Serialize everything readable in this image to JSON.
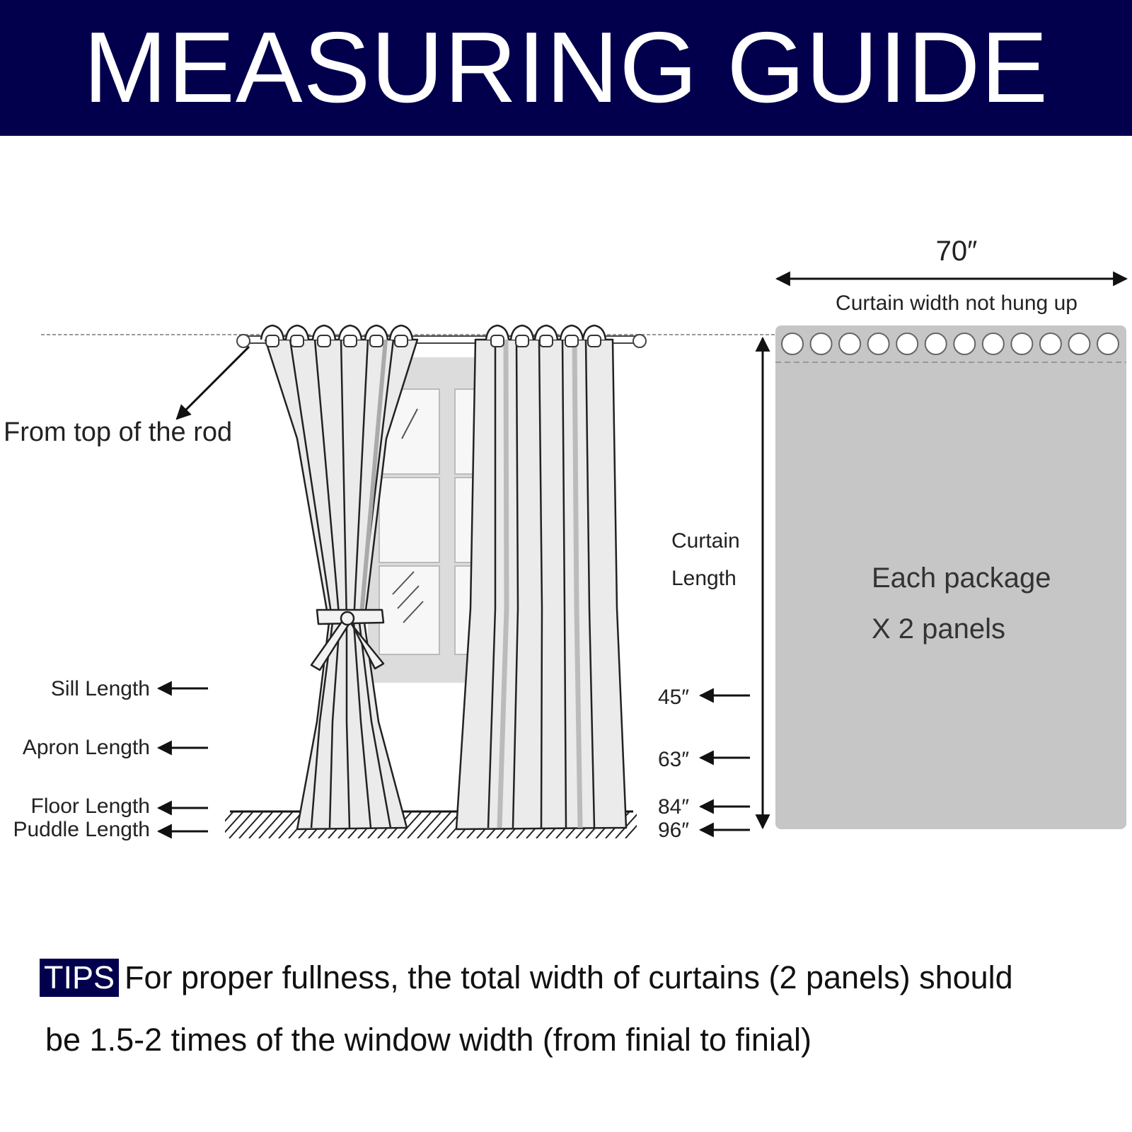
{
  "header": {
    "title": "MEASURING GUIDE",
    "bg_color": "#02004d"
  },
  "rod_label": "From top of the rod",
  "panel_width_label": "70″",
  "panel_width_caption": "Curtain width not hung up",
  "curtain_length_label": [
    "Curtain",
    "Length"
  ],
  "panel_text": [
    "Each package",
    "X 2 panels"
  ],
  "panel_color": "#c6c6c6",
  "grommet_count": 12,
  "length_types": [
    {
      "name": "Sill Length",
      "size": "45″"
    },
    {
      "name": "Apron Length",
      "size": "63″"
    },
    {
      "name": "Floor Length",
      "size": "84″"
    },
    {
      "name": "Puddle Length",
      "size": "96″"
    }
  ],
  "tips": {
    "badge": "TIPS",
    "line1": "For proper fullness, the total width of curtains (2 panels) should",
    "line2": "be 1.5-2 times of the window width (from finial to finial)"
  }
}
